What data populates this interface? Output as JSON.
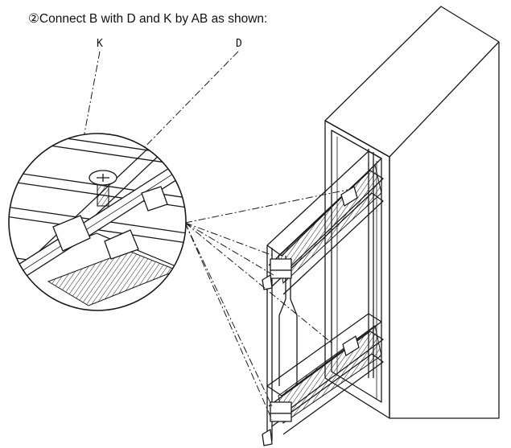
{
  "instruction": "②Connect B with D and K by AB as shown:",
  "callouts": {
    "k": "K",
    "d": "D"
  },
  "icons": {
    "screw": "phillips-screw-icon"
  }
}
